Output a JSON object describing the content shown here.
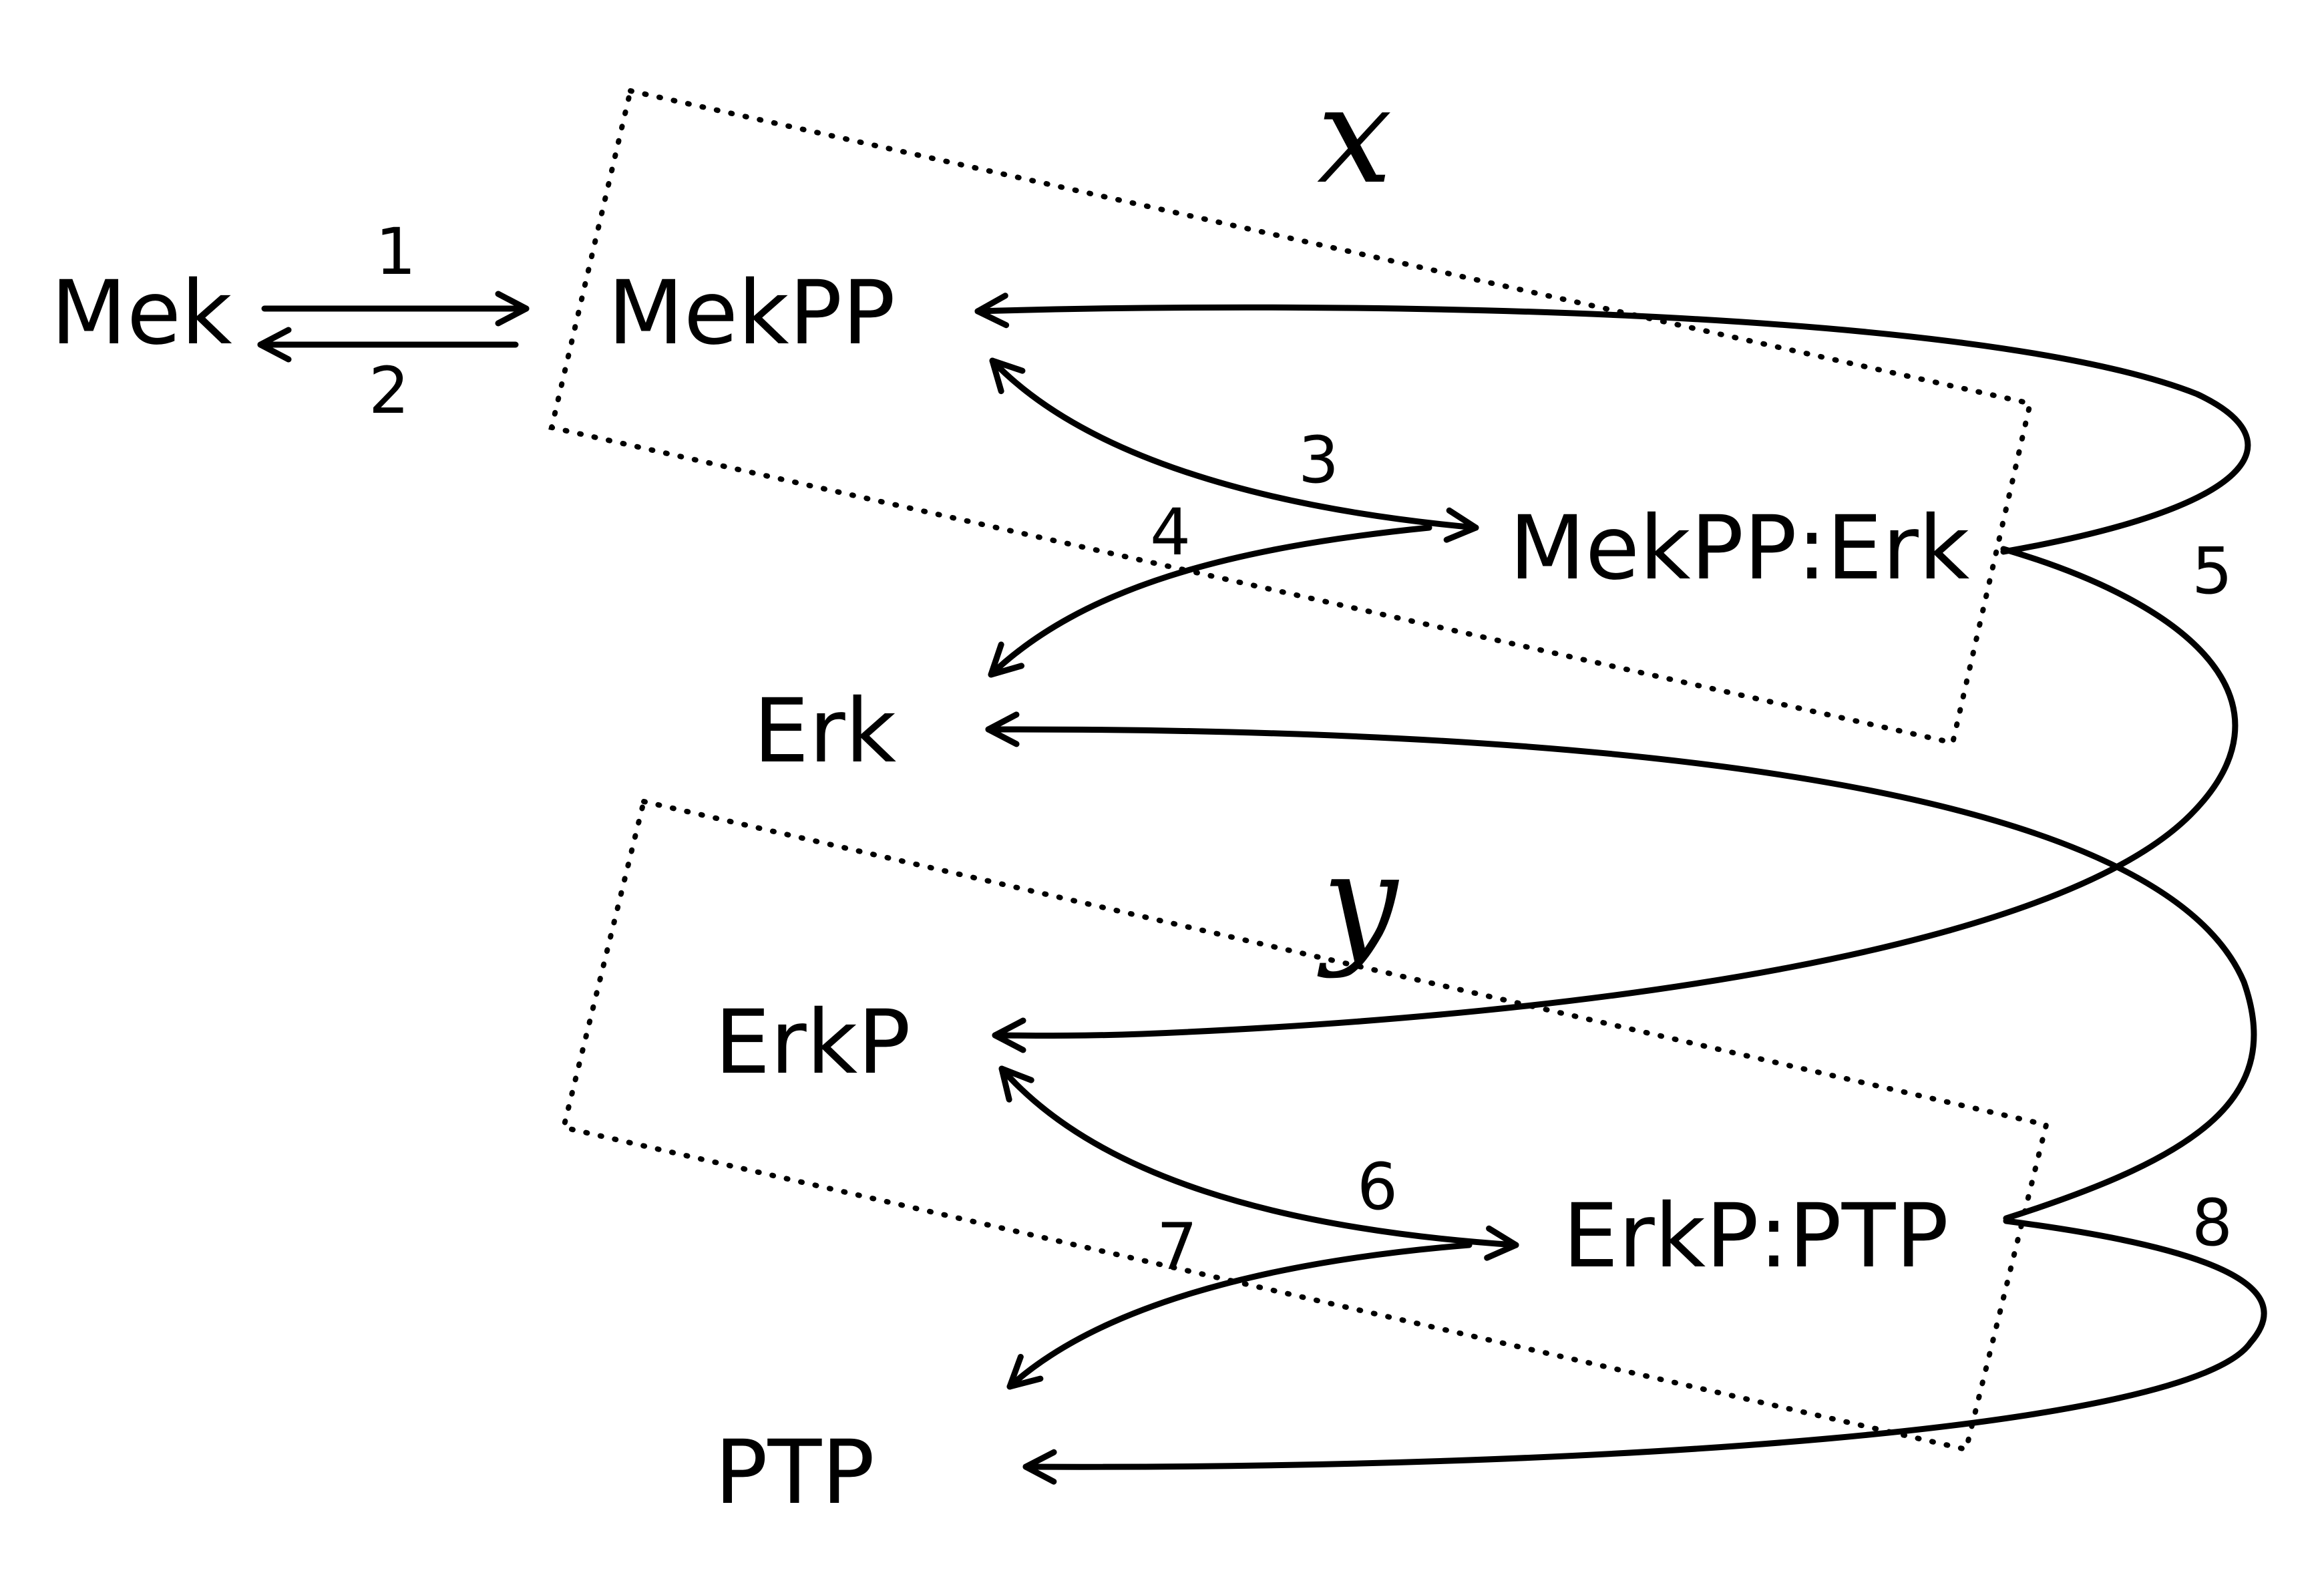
{
  "species": {
    "mek": "Mek",
    "mekpp": "MekPP",
    "mekpp_erk": "MekPP:Erk",
    "erk": "Erk",
    "erkp": "ErkP",
    "erkp_ptp": "ErkP:PTP",
    "ptp": "PTP"
  },
  "reactions": {
    "r1": "1",
    "r2": "2",
    "r3": "3",
    "r4": "4",
    "r5": "5",
    "r6": "6",
    "r7": "7",
    "r8": "8"
  },
  "variables": {
    "x": "x",
    "y": "y"
  },
  "colors": {
    "ink": "#000000",
    "background": "#ffffff"
  }
}
